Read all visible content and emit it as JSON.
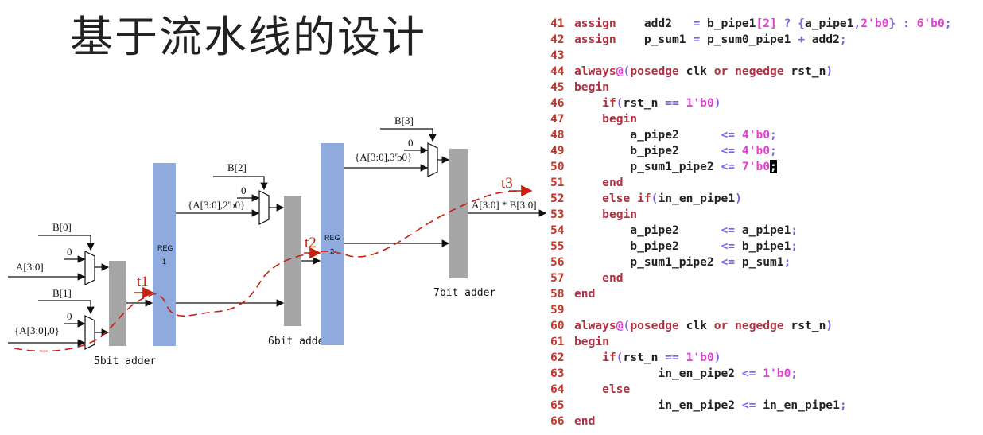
{
  "title": "基于流水线的设计",
  "diagram": {
    "inputs": {
      "b0": "B[0]",
      "a": "A[3:0]",
      "b1": "B[1]",
      "a_shift1": "{A[3:0],0}",
      "b2": "B[2]",
      "a_shift2": "{A[3:0],2'b0}",
      "b3": "B[3]",
      "a_shift3": "{A[3:0],3'b0}",
      "zero": "0"
    },
    "regs": [
      {
        "label": "REG",
        "sub": "1"
      },
      {
        "label": "REG",
        "sub": "2"
      }
    ],
    "adders": [
      "5bit adder",
      "6bit adder",
      "7bit adder"
    ],
    "stages": [
      "t1",
      "t2",
      "t3"
    ],
    "output": "A[3:0] * B[3:0]",
    "colors": {
      "reg": "#8faadc",
      "adder": "#a6a6a6",
      "pipeline_path": "#c8200e"
    }
  },
  "code": [
    {
      "n": "41",
      "parts": [
        [
          "kw",
          "assign"
        ],
        [
          "id",
          "    add2   "
        ],
        [
          "op",
          "= "
        ],
        [
          "id",
          "b_pipe1"
        ],
        [
          "num",
          "[2]"
        ],
        [
          "op",
          " ? {"
        ],
        [
          "id",
          "a_pipe1"
        ],
        [
          "op",
          ","
        ],
        [
          "num",
          "2'b0"
        ],
        [
          "op",
          "} : "
        ],
        [
          "num",
          "6'b0"
        ],
        [
          "op",
          ";"
        ]
      ]
    },
    {
      "n": "42",
      "parts": [
        [
          "kw",
          "assign"
        ],
        [
          "id",
          "    p_sum1 "
        ],
        [
          "op",
          "= "
        ],
        [
          "id",
          "p_sum0_pipe1 "
        ],
        [
          "op",
          "+ "
        ],
        [
          "id",
          "add2"
        ],
        [
          "op",
          ";"
        ]
      ]
    },
    {
      "n": "43",
      "parts": []
    },
    {
      "n": "44",
      "parts": [
        [
          "kw",
          "always"
        ],
        [
          "num",
          "@"
        ],
        [
          "op",
          "("
        ],
        [
          "kw",
          "posedge "
        ],
        [
          "id",
          "clk "
        ],
        [
          "kw",
          "or "
        ],
        [
          "kw",
          "negedge "
        ],
        [
          "id",
          "rst_n"
        ],
        [
          "op",
          ")"
        ]
      ]
    },
    {
      "n": "45",
      "parts": [
        [
          "kw",
          "begin"
        ]
      ]
    },
    {
      "n": "46",
      "parts": [
        [
          "id",
          "    "
        ],
        [
          "kw",
          "if"
        ],
        [
          "op",
          "("
        ],
        [
          "id",
          "rst_n "
        ],
        [
          "op",
          "== "
        ],
        [
          "num",
          "1'b0"
        ],
        [
          "op",
          ")"
        ]
      ]
    },
    {
      "n": "47",
      "parts": [
        [
          "id",
          "    "
        ],
        [
          "kw",
          "begin"
        ]
      ]
    },
    {
      "n": "48",
      "parts": [
        [
          "id",
          "        a_pipe2      "
        ],
        [
          "op",
          "<= "
        ],
        [
          "num",
          "4'b0"
        ],
        [
          "op",
          ";"
        ]
      ]
    },
    {
      "n": "49",
      "parts": [
        [
          "id",
          "        b_pipe2      "
        ],
        [
          "op",
          "<= "
        ],
        [
          "num",
          "4'b0"
        ],
        [
          "op",
          ";"
        ]
      ]
    },
    {
      "n": "50",
      "parts": [
        [
          "id",
          "        p_sum1_pipe2 "
        ],
        [
          "op",
          "<= "
        ],
        [
          "num",
          "7'b0"
        ],
        [
          "cursor",
          ";"
        ]
      ]
    },
    {
      "n": "51",
      "parts": [
        [
          "id",
          "    "
        ],
        [
          "kw",
          "end"
        ]
      ]
    },
    {
      "n": "52",
      "parts": [
        [
          "id",
          "    "
        ],
        [
          "kw",
          "else if"
        ],
        [
          "op",
          "("
        ],
        [
          "id",
          "in_en_pipe1"
        ],
        [
          "op",
          ")"
        ]
      ]
    },
    {
      "n": "53",
      "parts": [
        [
          "id",
          "    "
        ],
        [
          "kw",
          "begin"
        ]
      ]
    },
    {
      "n": "54",
      "parts": [
        [
          "id",
          "        a_pipe2      "
        ],
        [
          "op",
          "<= "
        ],
        [
          "id",
          "a_pipe1"
        ],
        [
          "op",
          ";"
        ]
      ]
    },
    {
      "n": "55",
      "parts": [
        [
          "id",
          "        b_pipe2      "
        ],
        [
          "op",
          "<= "
        ],
        [
          "id",
          "b_pipe1"
        ],
        [
          "op",
          ";"
        ]
      ]
    },
    {
      "n": "56",
      "parts": [
        [
          "id",
          "        p_sum1_pipe2 "
        ],
        [
          "op",
          "<= "
        ],
        [
          "id",
          "p_sum1"
        ],
        [
          "op",
          ";"
        ]
      ]
    },
    {
      "n": "57",
      "parts": [
        [
          "id",
          "    "
        ],
        [
          "kw",
          "end"
        ]
      ]
    },
    {
      "n": "58",
      "parts": [
        [
          "kw",
          "end"
        ]
      ]
    },
    {
      "n": "59",
      "parts": []
    },
    {
      "n": "60",
      "parts": [
        [
          "kw",
          "always"
        ],
        [
          "num",
          "@"
        ],
        [
          "op",
          "("
        ],
        [
          "kw",
          "posedge "
        ],
        [
          "id",
          "clk "
        ],
        [
          "kw",
          "or "
        ],
        [
          "kw",
          "negedge "
        ],
        [
          "id",
          "rst_n"
        ],
        [
          "op",
          ")"
        ]
      ]
    },
    {
      "n": "61",
      "parts": [
        [
          "kw",
          "begin"
        ]
      ]
    },
    {
      "n": "62",
      "parts": [
        [
          "id",
          "    "
        ],
        [
          "kw",
          "if"
        ],
        [
          "op",
          "("
        ],
        [
          "id",
          "rst_n "
        ],
        [
          "op",
          "== "
        ],
        [
          "num",
          "1'b0"
        ],
        [
          "op",
          ")"
        ]
      ]
    },
    {
      "n": "63",
      "parts": [
        [
          "id",
          "            in_en_pipe2 "
        ],
        [
          "op",
          "<= "
        ],
        [
          "num",
          "1'b0"
        ],
        [
          "op",
          ";"
        ]
      ]
    },
    {
      "n": "64",
      "parts": [
        [
          "id",
          "    "
        ],
        [
          "kw",
          "else"
        ]
      ]
    },
    {
      "n": "65",
      "parts": [
        [
          "id",
          "            in_en_pipe2 "
        ],
        [
          "op",
          "<= "
        ],
        [
          "id",
          "in_en_pipe1"
        ],
        [
          "op",
          ";"
        ]
      ]
    },
    {
      "n": "66",
      "parts": [
        [
          "kw",
          "end"
        ]
      ]
    }
  ]
}
